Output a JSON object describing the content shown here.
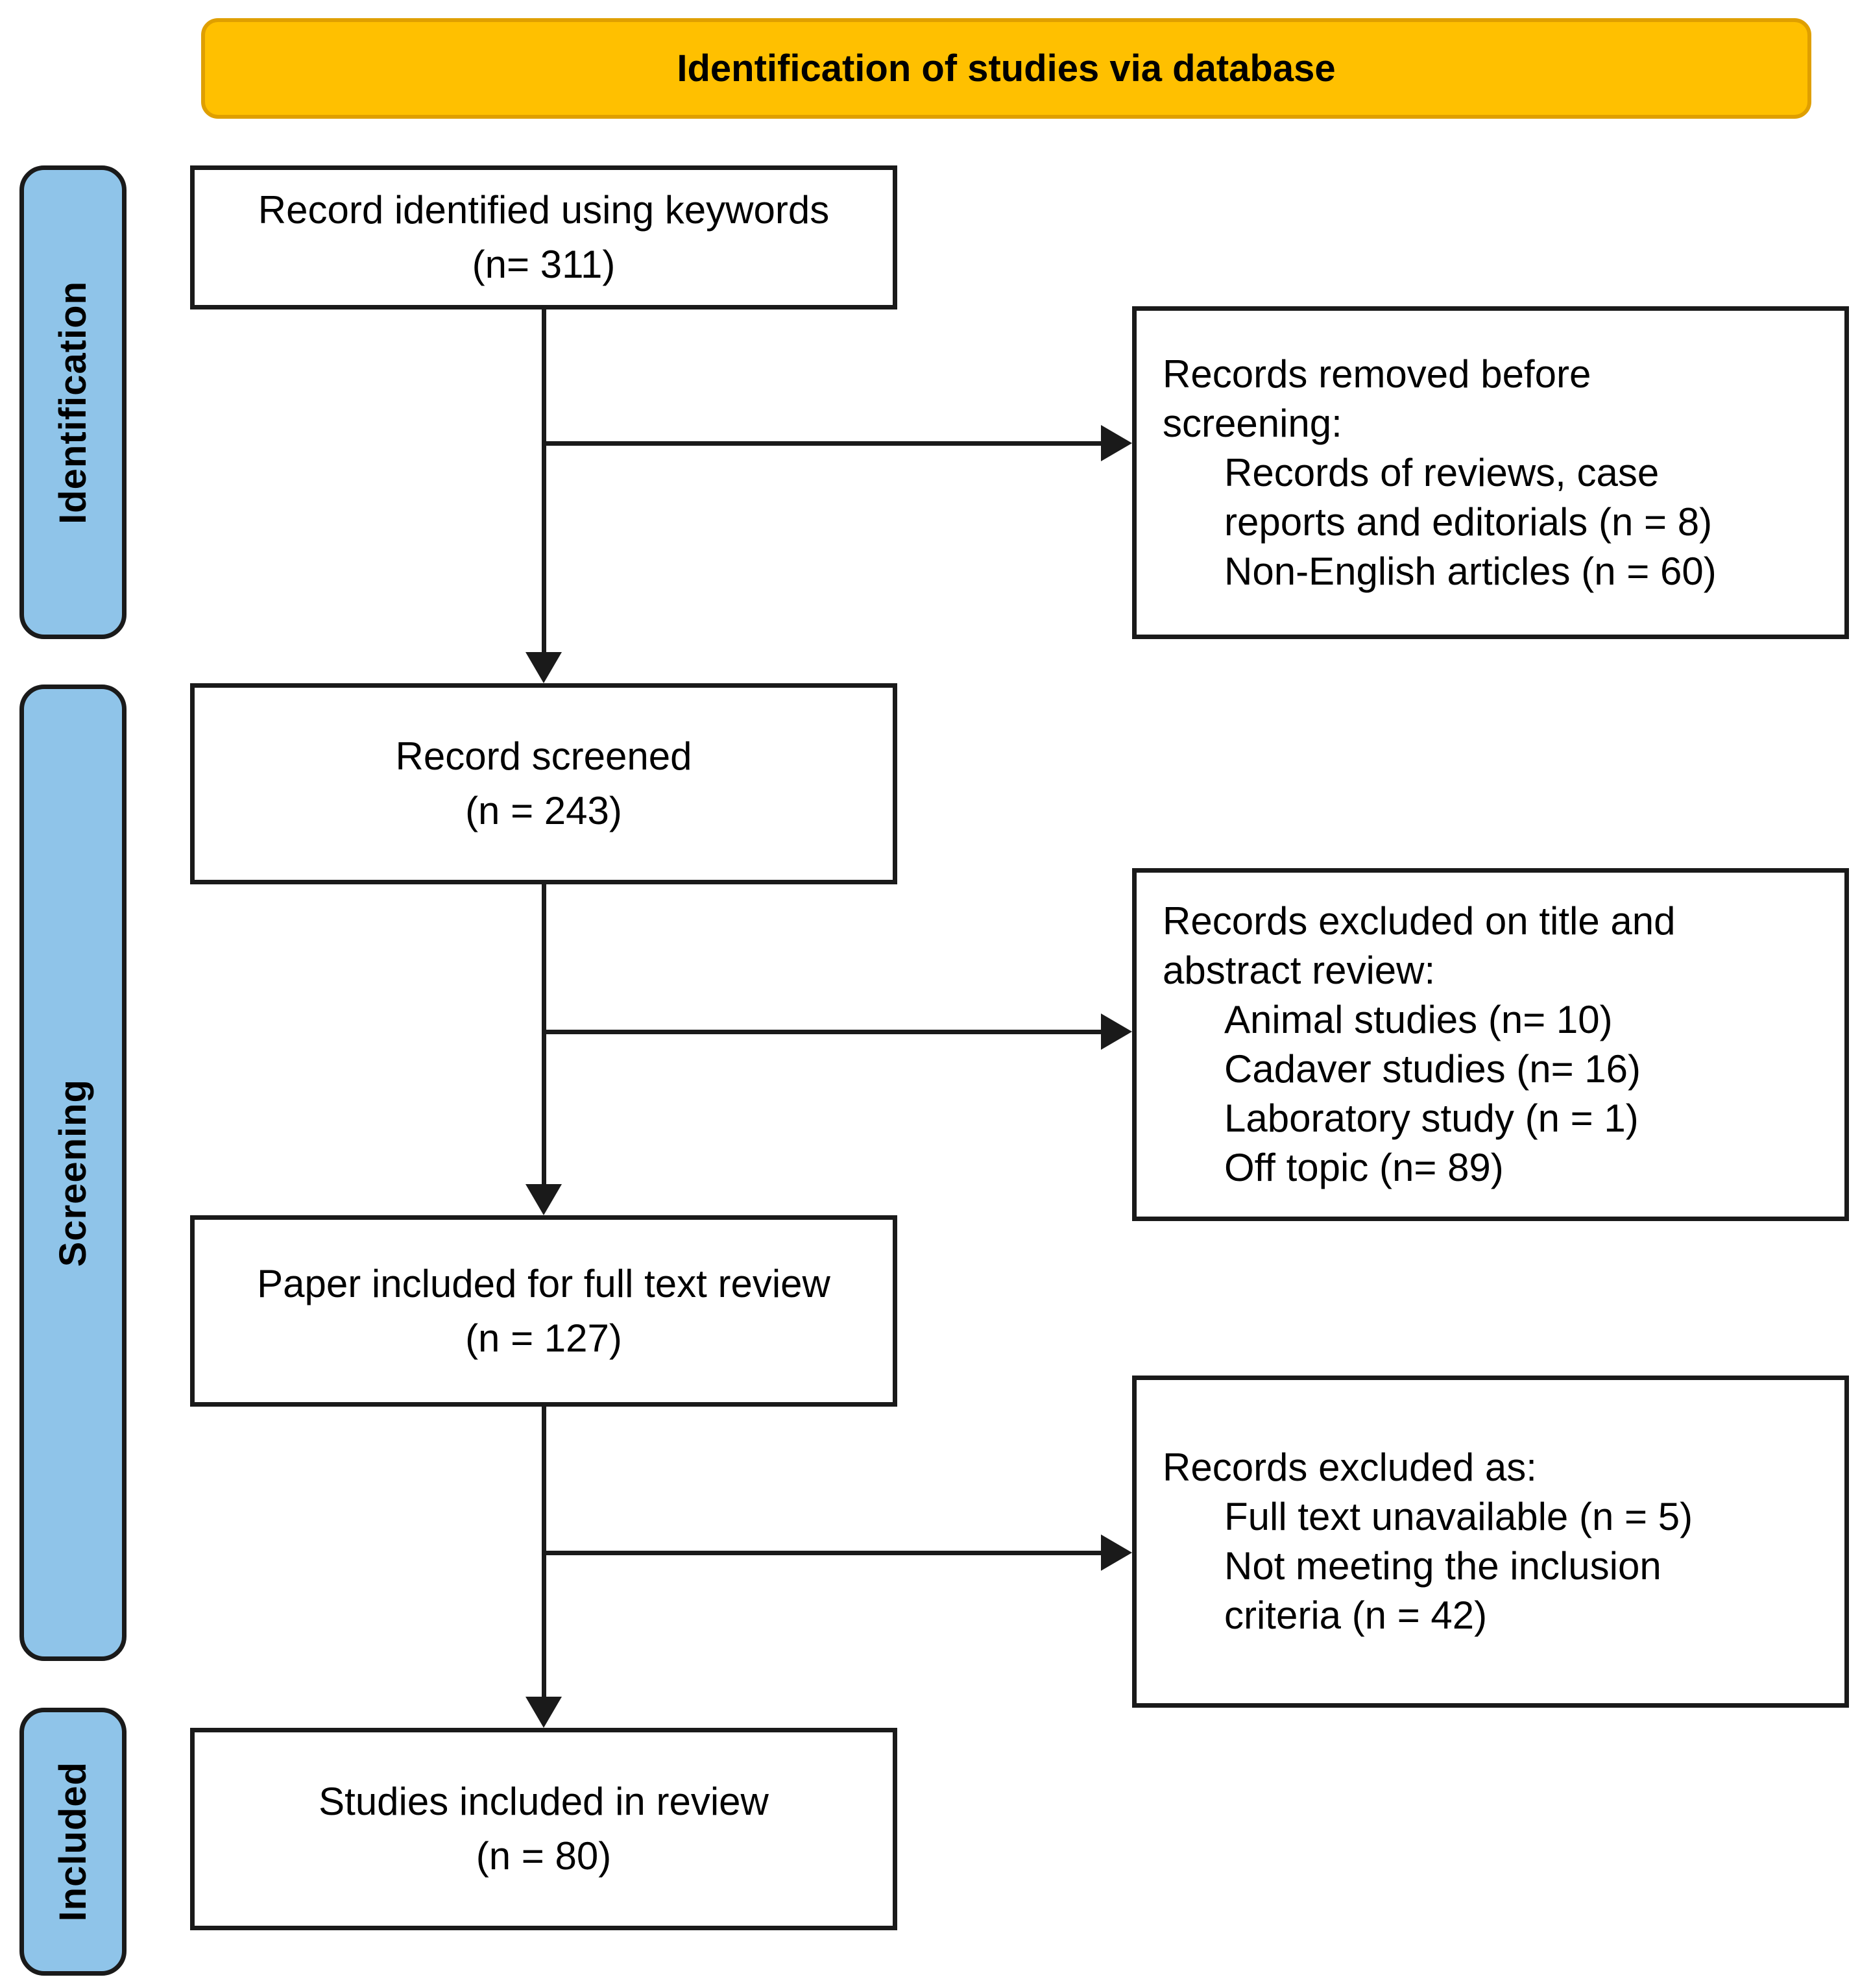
{
  "colors": {
    "banner_fill": "#FFC000",
    "banner_border": "#DF9F00",
    "stage_fill": "#8FC4E9",
    "stage_border": "#1A1A1A",
    "stroke": "#1A1A1A",
    "box_fill": "#FFFFFF",
    "text": "#000000",
    "background": "#FFFFFF"
  },
  "banner": {
    "title": "Identification of studies via database"
  },
  "stages": [
    {
      "label": "Identification"
    },
    {
      "label": "Screening"
    },
    {
      "label": "Included"
    }
  ],
  "main_boxes": [
    {
      "label": "Record identified using keywords",
      "count": "(n= 311)"
    },
    {
      "label": "Record screened",
      "count": "(n = 243)"
    },
    {
      "label": "Paper included for full text review",
      "count": "(n = 127)"
    },
    {
      "label": "Studies included in review",
      "count": "(n = 80)"
    }
  ],
  "side_boxes": [
    {
      "lines": [
        {
          "text": "Records removed before",
          "indent": 0
        },
        {
          "text": "screening:",
          "indent": 0
        },
        {
          "text": "Records of reviews, case",
          "indent": 1
        },
        {
          "text": "reports and editorials (n = 8)",
          "indent": 1
        },
        {
          "text": "Non-English articles (n = 60)",
          "indent": 1
        }
      ]
    },
    {
      "lines": [
        {
          "text": "Records excluded on title and",
          "indent": 0
        },
        {
          "text": "abstract review:",
          "indent": 0
        },
        {
          "text": "Animal studies (n= 10)",
          "indent": 1
        },
        {
          "text": "Cadaver studies (n= 16)",
          "indent": 1
        },
        {
          "text": "Laboratory study (n = 1)",
          "indent": 1
        },
        {
          "text": "Off topic (n= 89)",
          "indent": 1
        }
      ]
    },
    {
      "lines": [
        {
          "text": "Records excluded as:",
          "indent": 0
        },
        {
          "text": "Full text unavailable (n = 5)",
          "indent": 1
        },
        {
          "text": "Not meeting the inclusion",
          "indent": 1
        },
        {
          "text": "criteria (n = 42)",
          "indent": 1
        }
      ]
    }
  ]
}
